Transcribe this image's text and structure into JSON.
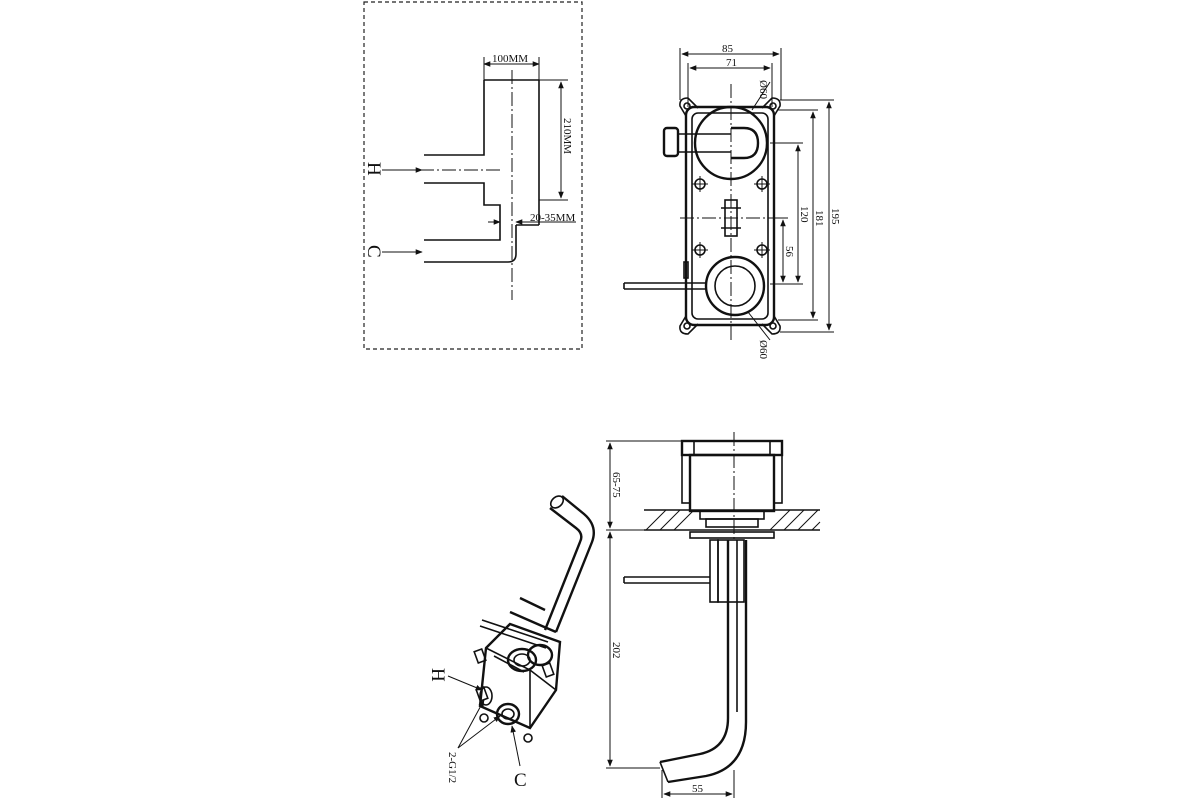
{
  "installation_detail": {
    "width_label": "100MM",
    "height_label": "210MM",
    "depth_label": "20-35MM",
    "hot_label": "H",
    "cold_label": "C"
  },
  "front_view": {
    "outer_width": "85",
    "inner_width": "71",
    "top_diameter": "Ø60",
    "bottom_diameter": "Ø60",
    "spacing_120": "120",
    "spacing_181": "181",
    "height_195": "195",
    "offset_56": "56"
  },
  "side_view": {
    "wall_depth": "65-75",
    "spout_drop": "202",
    "spout_reach": "55"
  },
  "iso_view": {
    "hot_label": "H",
    "cold_label": "C",
    "thread_label": "2-G1/2"
  }
}
